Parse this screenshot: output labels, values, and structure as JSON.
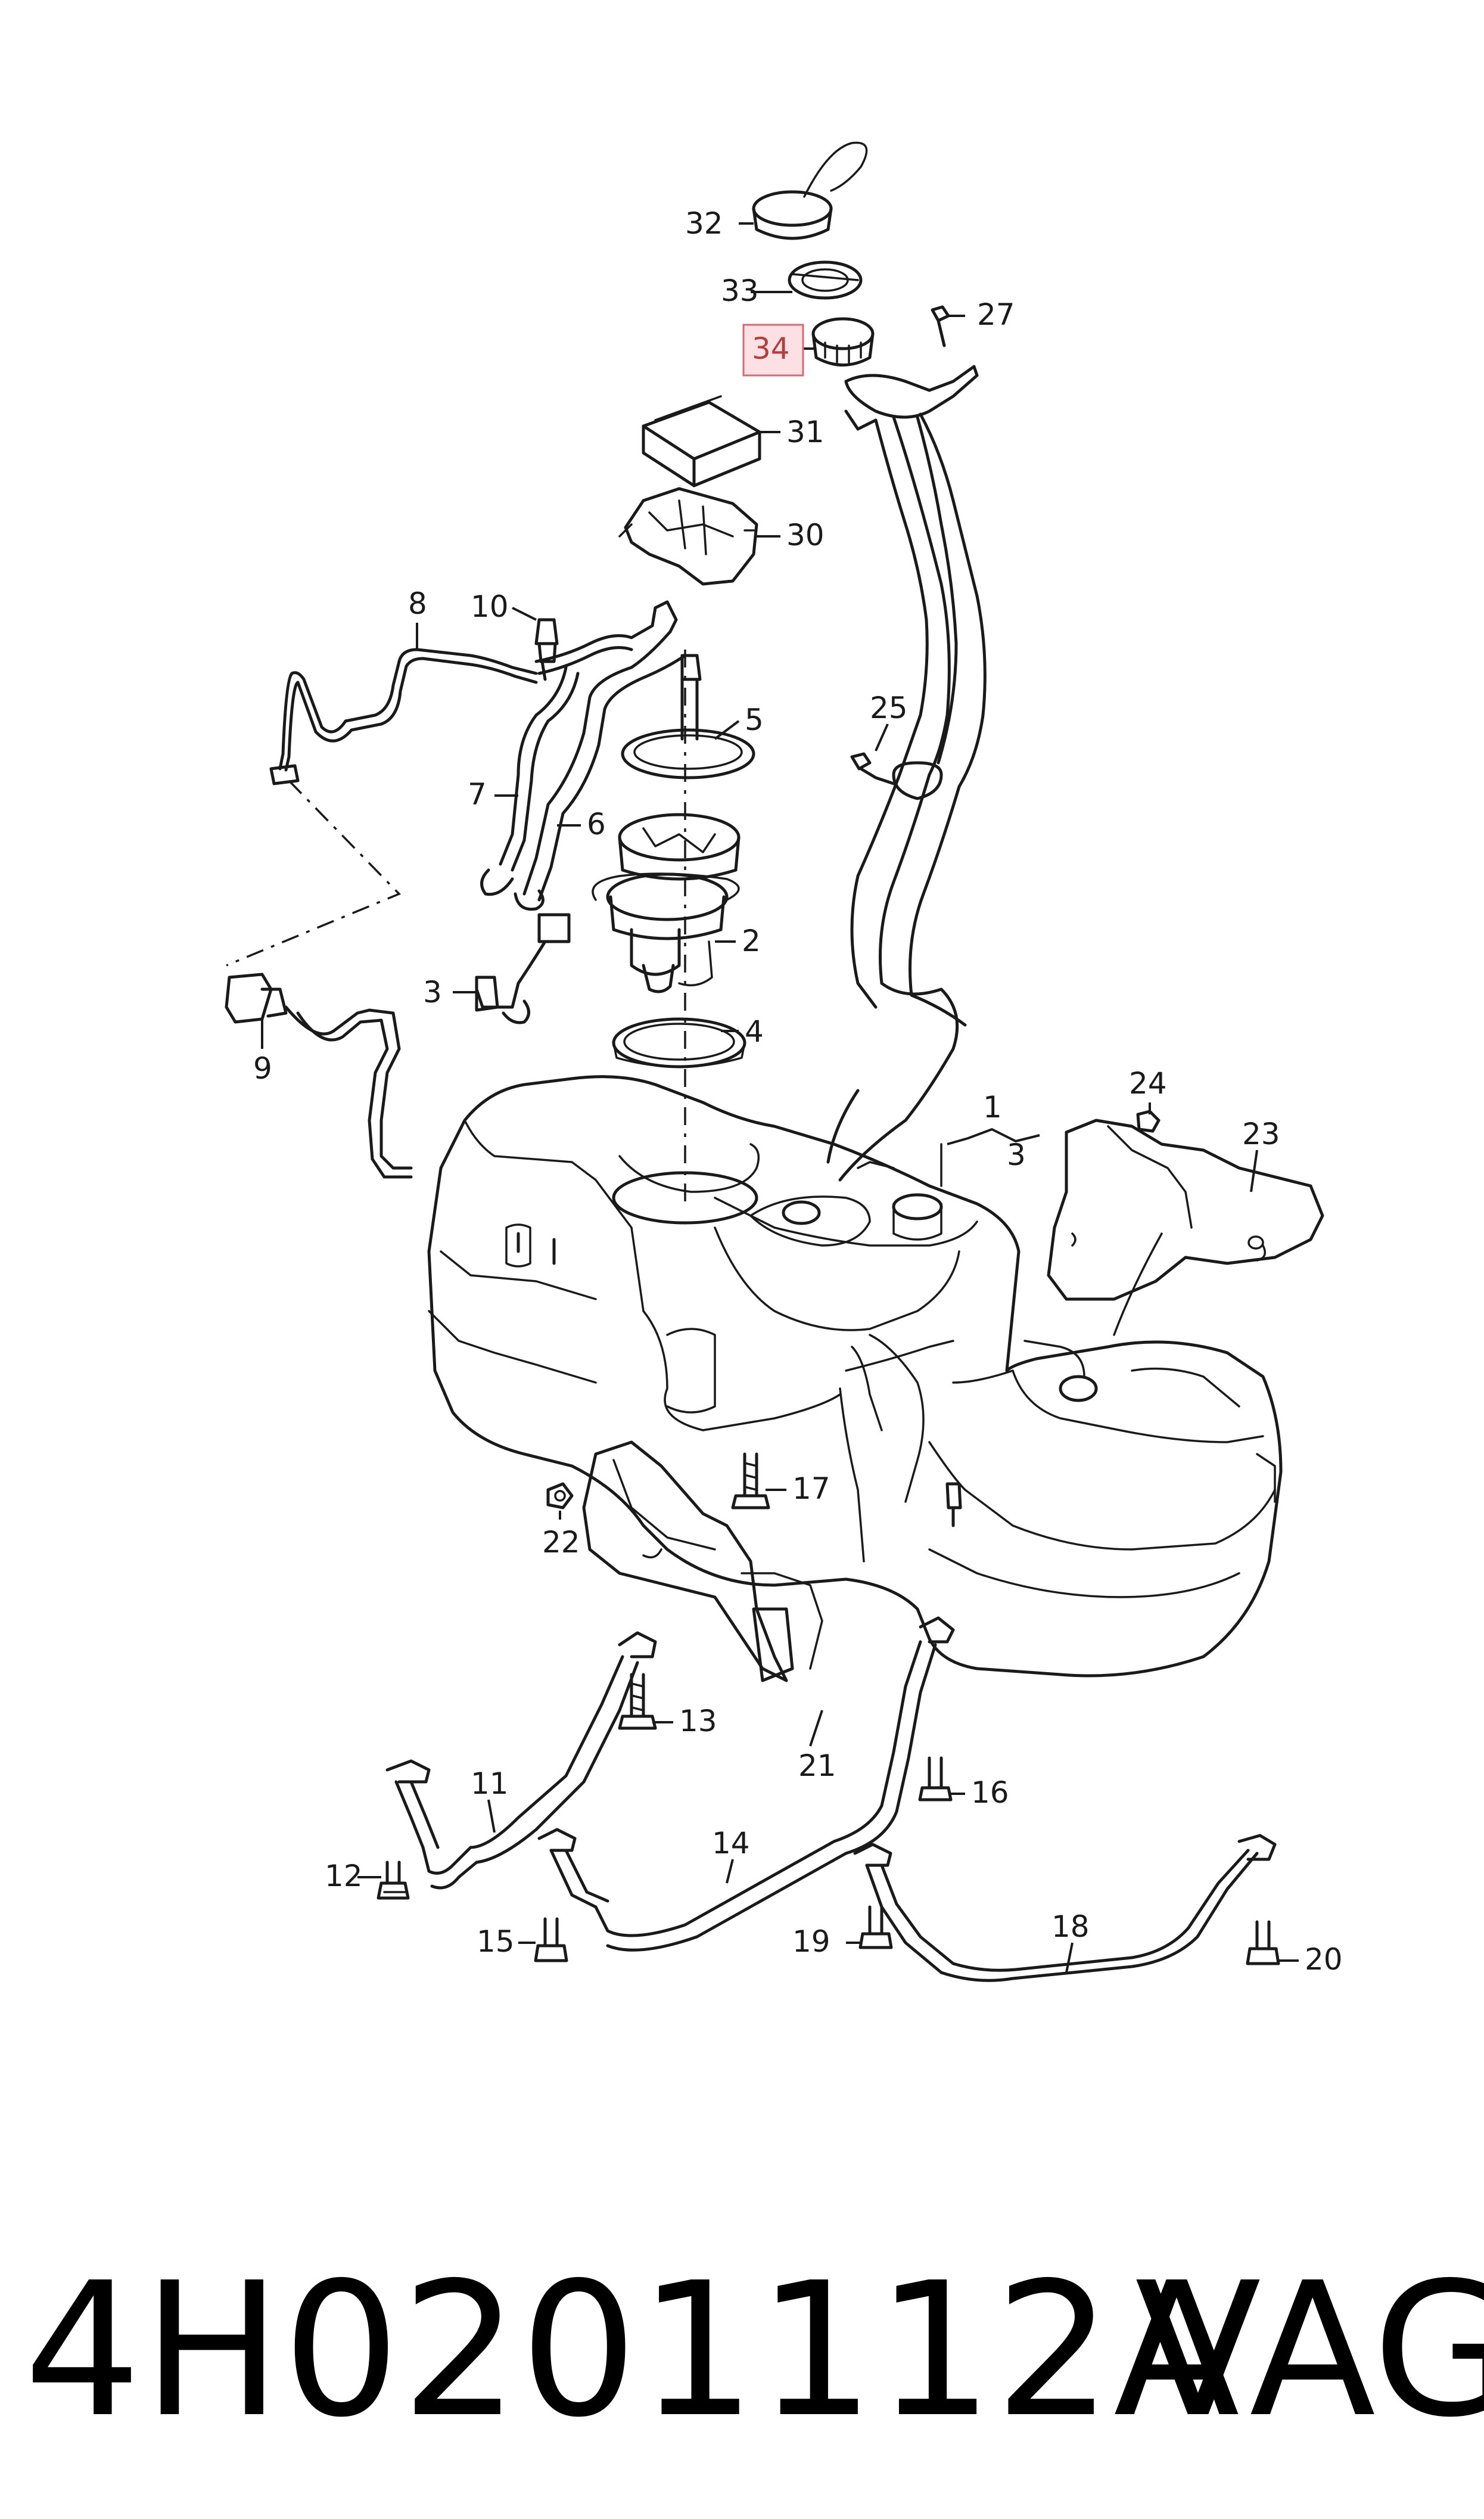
{
  "diagram": {
    "callouts": {
      "c1": "1",
      "c2": "2",
      "c3a": "3",
      "c3b": "3",
      "c4": "4",
      "c5": "5",
      "c6": "6",
      "c7": "7",
      "c8": "8",
      "c9": "9",
      "c10": "10",
      "c11": "11",
      "c12": "12",
      "c13": "13",
      "c14": "14",
      "c15": "15",
      "c16": "16",
      "c17": "17",
      "c18": "18",
      "c19": "19",
      "c20": "20",
      "c21": "21",
      "c22": "22",
      "c23": "23",
      "c24": "24",
      "c25": "25",
      "c27": "27",
      "c30": "30",
      "c31": "31",
      "c32": "32",
      "c33": "33",
      "c34": "34"
    },
    "highlighted_callout": "34",
    "highlight_color": "#fde0e4"
  },
  "footer": {
    "part_number": "4H0201112A",
    "brand": "VAG"
  }
}
